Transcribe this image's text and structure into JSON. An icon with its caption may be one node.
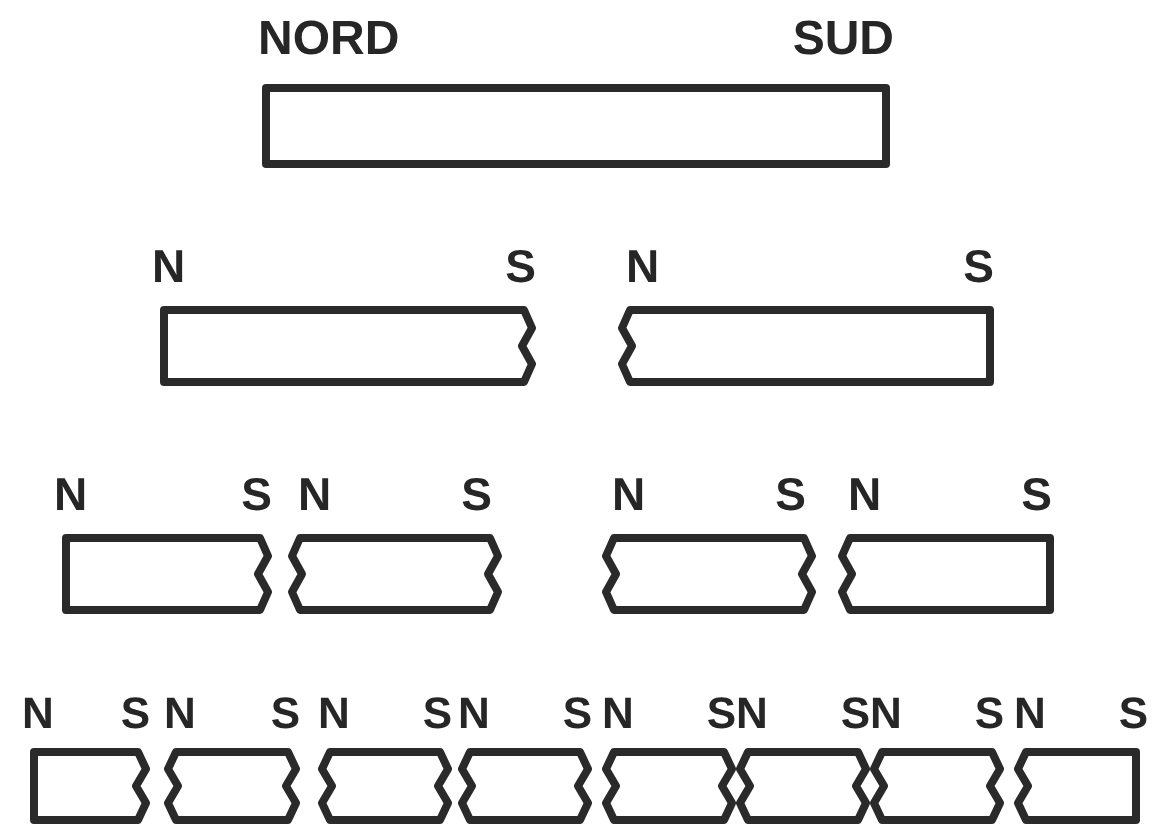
{
  "diagram": {
    "nodes": [
      {
        "text": [
          "NORD",
          "SUD"
        ]
      },
      {
        "text": [
          "N",
          "S"
        ]
      },
      {
        "text": [
          "N",
          "S"
        ]
      },
      {
        "text": [
          "N",
          "S"
        ]
      },
      {
        "text": [
          "N",
          "S"
        ]
      },
      {
        "text": [
          "N",
          "S"
        ]
      },
      {
        "text": [
          "N",
          "S"
        ]
      },
      {
        "text": [
          "N",
          "S"
        ]
      },
      {
        "text": [
          "N",
          "S"
        ]
      },
      {
        "text": [
          "N",
          "S"
        ]
      },
      {
        "text": [
          "N",
          "S"
        ]
      },
      {
        "text": [
          "N",
          "S"
        ]
      },
      {
        "text": [
          "N",
          "S"
        ]
      },
      {
        "text": [
          "N",
          "S"
        ]
      },
      {
        "text": [
          "N",
          "S"
        ]
      }
    ]
  }
}
